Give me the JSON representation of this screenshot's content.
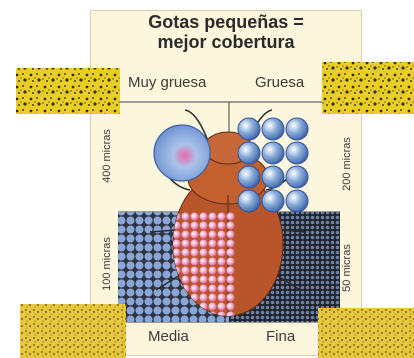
{
  "title": {
    "line1": "Gotas pequeñas =",
    "line2": "mejor cobertura"
  },
  "quadrants": {
    "top_left": "Muy gruesa",
    "top_right": "Gruesa",
    "bottom_left": "Media",
    "bottom_right": "Fina"
  },
  "side_labels": {
    "top_left": "400 micras",
    "bottom_left": "100 micras",
    "top_right": "200 micras",
    "bottom_right": "50 micras"
  },
  "colors": {
    "panel": "#fcf6dc",
    "droplet": "#7fa0cf",
    "bug": "#b8552b",
    "sample_bg": "#e8d020",
    "sample_spots": "#3a2d2a"
  }
}
